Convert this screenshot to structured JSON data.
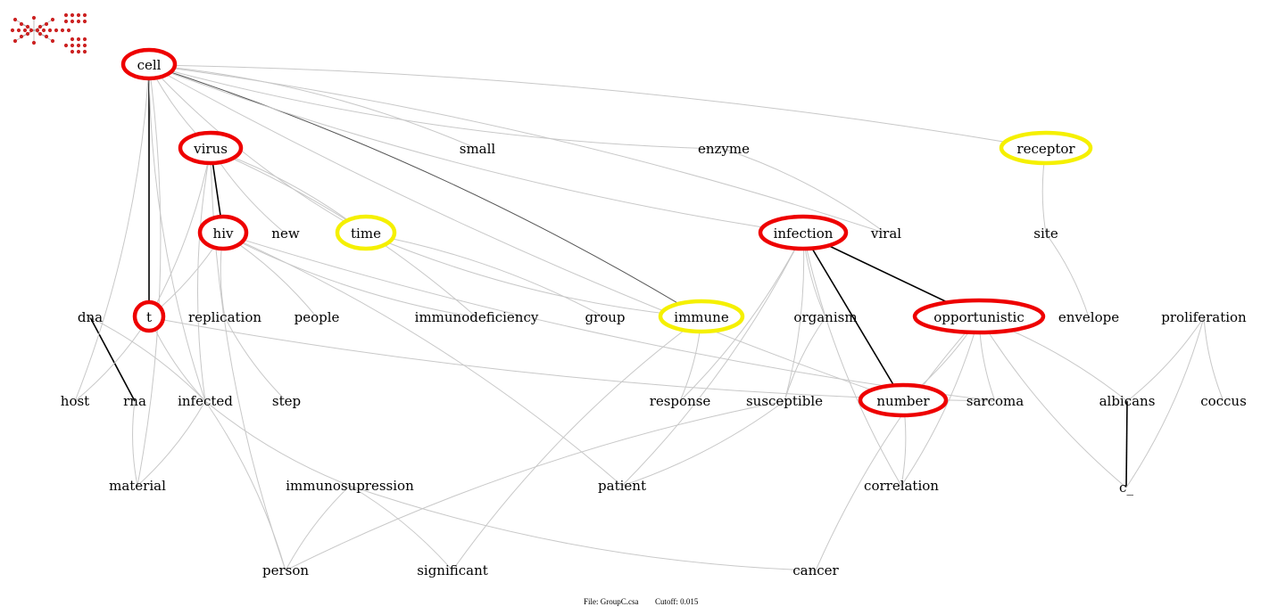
{
  "colors": {
    "edge_light": "#c8c8c8",
    "edge_dark": "#000000",
    "highlight_red": "#ee0000",
    "highlight_yellow": "#f5f000",
    "logo": "#cc2222"
  },
  "logo_icon": "network-logo-icon",
  "nodes": [
    {
      "id": "cell",
      "label": "cell",
      "highlight": "red"
    },
    {
      "id": "virus",
      "label": "virus",
      "highlight": "red"
    },
    {
      "id": "small",
      "label": "small",
      "highlight": ""
    },
    {
      "id": "enzyme",
      "label": "enzyme",
      "highlight": ""
    },
    {
      "id": "receptor",
      "label": "receptor",
      "highlight": "yellow"
    },
    {
      "id": "hiv",
      "label": "hiv",
      "highlight": "red"
    },
    {
      "id": "new",
      "label": "new",
      "highlight": ""
    },
    {
      "id": "time",
      "label": "time",
      "highlight": "yellow"
    },
    {
      "id": "infection",
      "label": "infection",
      "highlight": "red"
    },
    {
      "id": "viral",
      "label": "viral",
      "highlight": ""
    },
    {
      "id": "site",
      "label": "site",
      "highlight": ""
    },
    {
      "id": "dna",
      "label": "dna",
      "highlight": ""
    },
    {
      "id": "t",
      "label": "t",
      "highlight": "red"
    },
    {
      "id": "replication",
      "label": "replication",
      "highlight": ""
    },
    {
      "id": "people",
      "label": "people",
      "highlight": ""
    },
    {
      "id": "immunodeficiency",
      "label": "immunodeficiency",
      "highlight": ""
    },
    {
      "id": "group",
      "label": "group",
      "highlight": ""
    },
    {
      "id": "immune",
      "label": "immune",
      "highlight": "yellow"
    },
    {
      "id": "organism",
      "label": "organism",
      "highlight": ""
    },
    {
      "id": "opportunistic",
      "label": "opportunistic",
      "highlight": "red"
    },
    {
      "id": "envelope",
      "label": "envelope",
      "highlight": ""
    },
    {
      "id": "proliferation",
      "label": "proliferation",
      "highlight": ""
    },
    {
      "id": "host",
      "label": "host",
      "highlight": ""
    },
    {
      "id": "rna",
      "label": "rna",
      "highlight": ""
    },
    {
      "id": "infected",
      "label": "infected",
      "highlight": ""
    },
    {
      "id": "step",
      "label": "step",
      "highlight": ""
    },
    {
      "id": "response",
      "label": "response",
      "highlight": ""
    },
    {
      "id": "susceptible",
      "label": "susceptible",
      "highlight": ""
    },
    {
      "id": "number",
      "label": "number",
      "highlight": "red"
    },
    {
      "id": "sarcoma",
      "label": "sarcoma",
      "highlight": ""
    },
    {
      "id": "albicans",
      "label": "albicans",
      "highlight": ""
    },
    {
      "id": "coccus",
      "label": "coccus",
      "highlight": ""
    },
    {
      "id": "material",
      "label": "material",
      "highlight": ""
    },
    {
      "id": "immunosupression",
      "label": "immunosupression",
      "highlight": ""
    },
    {
      "id": "patient",
      "label": "patient",
      "highlight": ""
    },
    {
      "id": "correlation",
      "label": "correlation",
      "highlight": ""
    },
    {
      "id": "c_",
      "label": "c_",
      "highlight": ""
    },
    {
      "id": "person",
      "label": "person",
      "highlight": ""
    },
    {
      "id": "significant",
      "label": "significant",
      "highlight": ""
    },
    {
      "id": "cancer",
      "label": "cancer",
      "highlight": ""
    }
  ],
  "edges": [
    {
      "from": "cell",
      "to": "t",
      "style": "dark"
    },
    {
      "from": "virus",
      "to": "hiv",
      "style": "dark"
    },
    {
      "from": "infection",
      "to": "opportunistic",
      "style": "dark"
    },
    {
      "from": "infection",
      "to": "number",
      "style": "dark"
    },
    {
      "from": "dna",
      "to": "rna",
      "style": "dark"
    },
    {
      "from": "albicans",
      "to": "c_",
      "style": "dark"
    },
    {
      "from": "cell",
      "to": "immune",
      "style": "mid"
    },
    {
      "from": "cell",
      "to": "virus",
      "style": "light"
    },
    {
      "from": "cell",
      "to": "small",
      "style": "light"
    },
    {
      "from": "cell",
      "to": "enzyme",
      "style": "light"
    },
    {
      "from": "cell",
      "to": "receptor",
      "style": "light"
    },
    {
      "from": "cell",
      "to": "time",
      "style": "light"
    },
    {
      "from": "cell",
      "to": "host",
      "style": "light"
    },
    {
      "from": "cell",
      "to": "infected",
      "style": "light"
    },
    {
      "from": "cell",
      "to": "material",
      "style": "light"
    },
    {
      "from": "cell",
      "to": "infection",
      "style": "light"
    },
    {
      "from": "cell",
      "to": "viral",
      "style": "light"
    },
    {
      "from": "cell",
      "to": "number",
      "style": "light"
    },
    {
      "from": "virus",
      "to": "t",
      "style": "light"
    },
    {
      "from": "virus",
      "to": "new",
      "style": "light"
    },
    {
      "from": "virus",
      "to": "time",
      "style": "light"
    },
    {
      "from": "virus",
      "to": "infected",
      "style": "light"
    },
    {
      "from": "virus",
      "to": "immunodeficiency",
      "style": "light"
    },
    {
      "from": "virus",
      "to": "person",
      "style": "light"
    },
    {
      "from": "hiv",
      "to": "t",
      "style": "light"
    },
    {
      "from": "hiv",
      "to": "replication",
      "style": "light"
    },
    {
      "from": "hiv",
      "to": "people",
      "style": "light"
    },
    {
      "from": "hiv",
      "to": "immunodeficiency",
      "style": "light"
    },
    {
      "from": "hiv",
      "to": "patient",
      "style": "light"
    },
    {
      "from": "hiv",
      "to": "sarcoma",
      "style": "light"
    },
    {
      "from": "time",
      "to": "group",
      "style": "light"
    },
    {
      "from": "time",
      "to": "immune",
      "style": "light"
    },
    {
      "from": "enzyme",
      "to": "viral",
      "style": "light"
    },
    {
      "from": "receptor",
      "to": "site",
      "style": "light"
    },
    {
      "from": "site",
      "to": "envelope",
      "style": "light"
    },
    {
      "from": "t",
      "to": "infected",
      "style": "light"
    },
    {
      "from": "t",
      "to": "host",
      "style": "light"
    },
    {
      "from": "t",
      "to": "sarcoma",
      "style": "light"
    },
    {
      "from": "dna",
      "to": "infected",
      "style": "light"
    },
    {
      "from": "replication",
      "to": "step",
      "style": "light"
    },
    {
      "from": "immune",
      "to": "response",
      "style": "light"
    },
    {
      "from": "immune",
      "to": "significant",
      "style": "light"
    },
    {
      "from": "infection",
      "to": "response",
      "style": "light"
    },
    {
      "from": "infection",
      "to": "organism",
      "style": "light"
    },
    {
      "from": "infection",
      "to": "susceptible",
      "style": "light"
    },
    {
      "from": "infection",
      "to": "correlation",
      "style": "light"
    },
    {
      "from": "infection",
      "to": "patient",
      "style": "light"
    },
    {
      "from": "organism",
      "to": "susceptible",
      "style": "light"
    },
    {
      "from": "opportunistic",
      "to": "number",
      "style": "light"
    },
    {
      "from": "opportunistic",
      "to": "sarcoma",
      "style": "light"
    },
    {
      "from": "opportunistic",
      "to": "albicans",
      "style": "light"
    },
    {
      "from": "opportunistic",
      "to": "c_",
      "style": "light"
    },
    {
      "from": "opportunistic",
      "to": "correlation",
      "style": "light"
    },
    {
      "from": "opportunistic",
      "to": "cancer",
      "style": "light"
    },
    {
      "from": "proliferation",
      "to": "albicans",
      "style": "light"
    },
    {
      "from": "proliferation",
      "to": "coccus",
      "style": "light"
    },
    {
      "from": "proliferation",
      "to": "c_",
      "style": "light"
    },
    {
      "from": "rna",
      "to": "material",
      "style": "light"
    },
    {
      "from": "infected",
      "to": "material",
      "style": "light"
    },
    {
      "from": "infected",
      "to": "immunosupression",
      "style": "light"
    },
    {
      "from": "infected",
      "to": "person",
      "style": "light"
    },
    {
      "from": "immunosupression",
      "to": "person",
      "style": "light"
    },
    {
      "from": "immunosupression",
      "to": "significant",
      "style": "light"
    },
    {
      "from": "immunosupression",
      "to": "cancer",
      "style": "light"
    },
    {
      "from": "susceptible",
      "to": "patient",
      "style": "light"
    },
    {
      "from": "susceptible",
      "to": "person",
      "style": "light"
    },
    {
      "from": "number",
      "to": "correlation",
      "style": "light"
    }
  ],
  "footer": {
    "file": "File: GroupC.csa",
    "cutoff": "Cutoff: 0.015"
  }
}
